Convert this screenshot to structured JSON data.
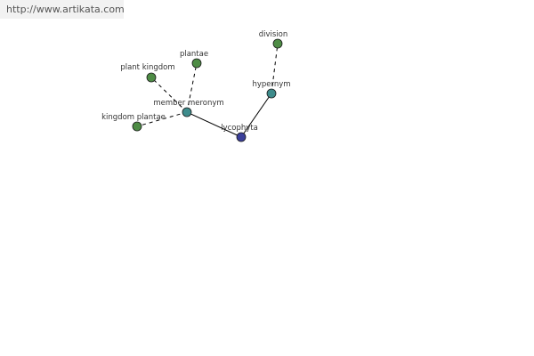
{
  "banner": {
    "url": "http://www.artikata.com"
  },
  "colors": {
    "leaf_node": "#4e8c45",
    "relation_node": "#3e8c8c",
    "root_node": "#3b3f9a",
    "edge": "#000000"
  },
  "nodes": [
    {
      "id": "lycophyta",
      "label": "lycophyta",
      "kind": "root"
    },
    {
      "id": "member-meronym",
      "label": "member meronym",
      "kind": "relation"
    },
    {
      "id": "hypernym",
      "label": "hypernym",
      "kind": "relation"
    },
    {
      "id": "plant-kingdom",
      "label": "plant kingdom",
      "kind": "leaf"
    },
    {
      "id": "plantae",
      "label": "plantae",
      "kind": "leaf"
    },
    {
      "id": "kingdom-plantae",
      "label": "kingdom plantae",
      "kind": "leaf"
    },
    {
      "id": "division",
      "label": "division",
      "kind": "leaf"
    }
  ],
  "edges": [
    {
      "from": "lycophyta",
      "to": "member-meronym",
      "style": "solid"
    },
    {
      "from": "lycophyta",
      "to": "hypernym",
      "style": "solid"
    },
    {
      "from": "member-meronym",
      "to": "plant-kingdom",
      "style": "dashed"
    },
    {
      "from": "member-meronym",
      "to": "plantae",
      "style": "dashed"
    },
    {
      "from": "member-meronym",
      "to": "kingdom-plantae",
      "style": "dashed"
    },
    {
      "from": "hypernym",
      "to": "division",
      "style": "dashed"
    }
  ]
}
